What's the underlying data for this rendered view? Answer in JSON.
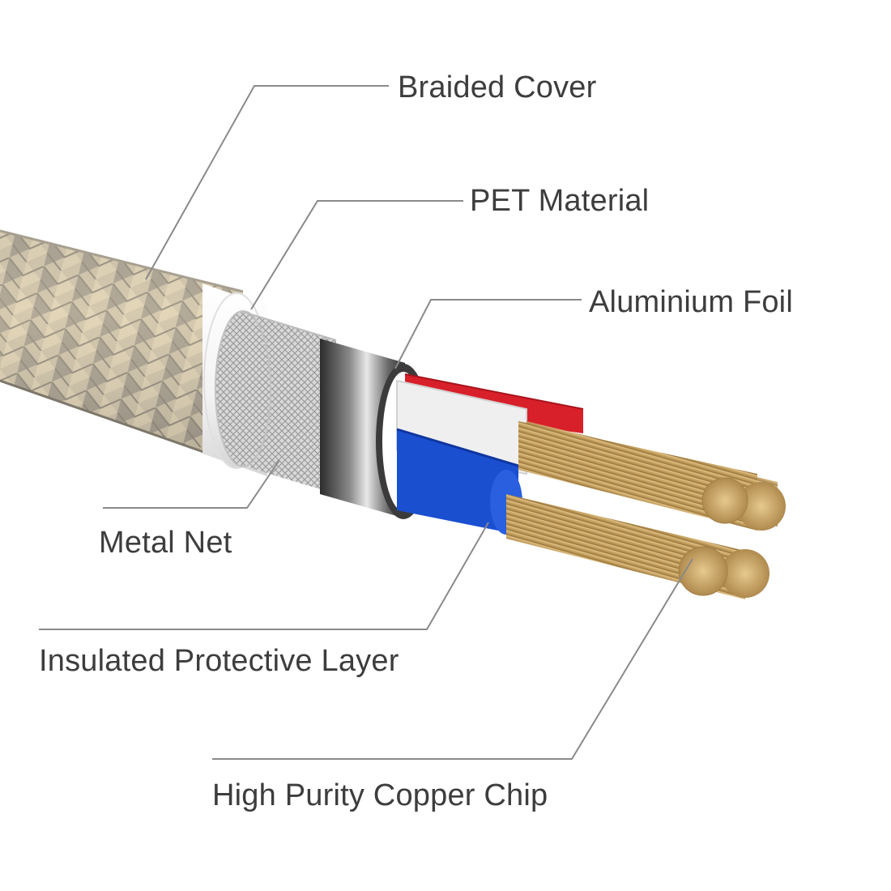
{
  "diagram": {
    "callouts": [
      {
        "id": "braided-cover",
        "label": "Braided Cover"
      },
      {
        "id": "pet-material",
        "label": "PET Material"
      },
      {
        "id": "aluminium-foil",
        "label": "Aluminium Foil"
      },
      {
        "id": "metal-net",
        "label": "Metal Net"
      },
      {
        "id": "insulated-layer",
        "label": "Insulated Protective Layer"
      },
      {
        "id": "copper-chip",
        "label": "High Purity Copper Chip"
      }
    ],
    "colors": {
      "leader_line": "#8a8a8a",
      "label_text": "#3d3d3d",
      "braid_light": "#d8c8a8",
      "braid_dark": "#8a8478",
      "pet_jacket": "#f4f4f4",
      "metal_net": "#c8c8c8",
      "foil": "#5a5a5a",
      "red_wire": "#d8202a",
      "blue_wire": "#1a4fd0",
      "white_wire": "#efefef",
      "copper": "#c9a464"
    }
  }
}
